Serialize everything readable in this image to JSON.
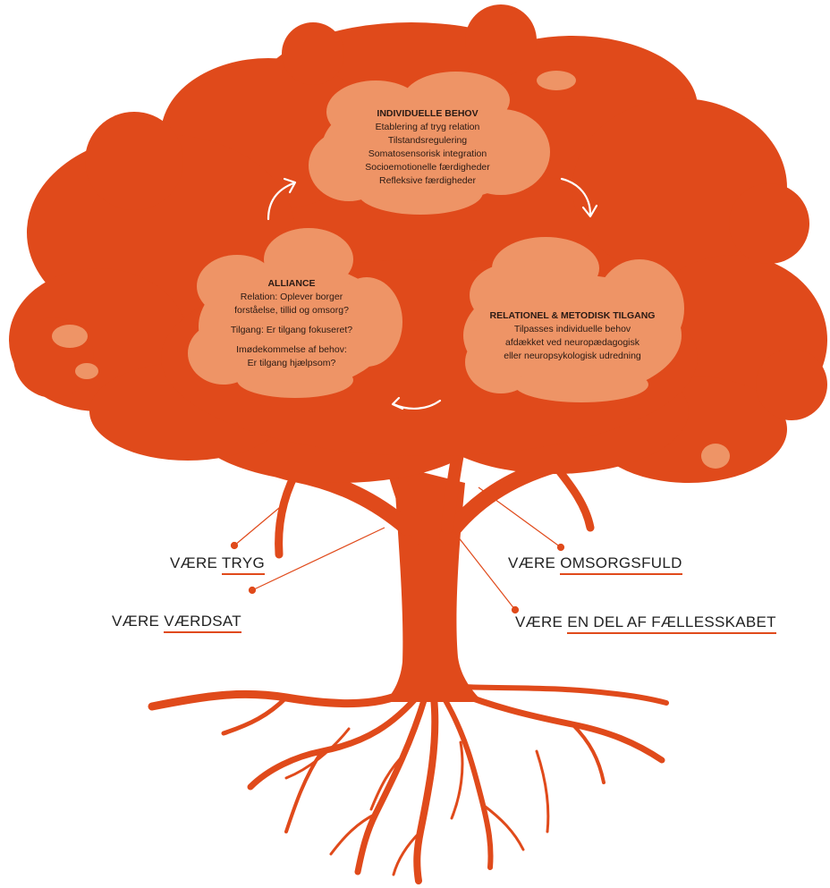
{
  "colors": {
    "tree": "#e04a1b",
    "cloud": "#ee9466",
    "text": "#222222",
    "arrow": "#ffffff"
  },
  "clouds": {
    "individuelle_behov": {
      "title": "INDIVIDUELLE BEHOV",
      "lines": [
        "Etablering af tryg relation",
        "Tilstandsregulering",
        "Somatosensorisk integration",
        "Socioemotionelle færdigheder",
        "Refleksive færdigheder"
      ]
    },
    "alliance": {
      "title": "ALLIANCE",
      "lines": [
        "Relation: Oplever borger",
        "forståelse, tillid og omsorg?",
        "",
        "Tilgang: Er tilgang fokuseret?",
        "",
        "Imødekommelse af behov:",
        "Er tilgang hjælpsom?"
      ]
    },
    "relationel": {
      "title": "RELATIONEL & METODISK TILGANG",
      "lines": [
        "Tilpasses individuelle behov",
        "afdækket ved neuropædagogisk",
        "eller neuropsykologisk udredning"
      ]
    }
  },
  "labels": {
    "tryg": {
      "prefix": "VÆRE ",
      "underlined": "TRYG"
    },
    "vaerdsat": {
      "prefix": "VÆRE ",
      "underlined": "VÆRDSAT"
    },
    "omsorgsfuld": {
      "prefix": "VÆRE ",
      "underlined": "OMSORGSFULD"
    },
    "faellesskab": {
      "prefix": "VÆRE ",
      "underlined": "EN DEL AF FÆLLESSKABET"
    }
  }
}
